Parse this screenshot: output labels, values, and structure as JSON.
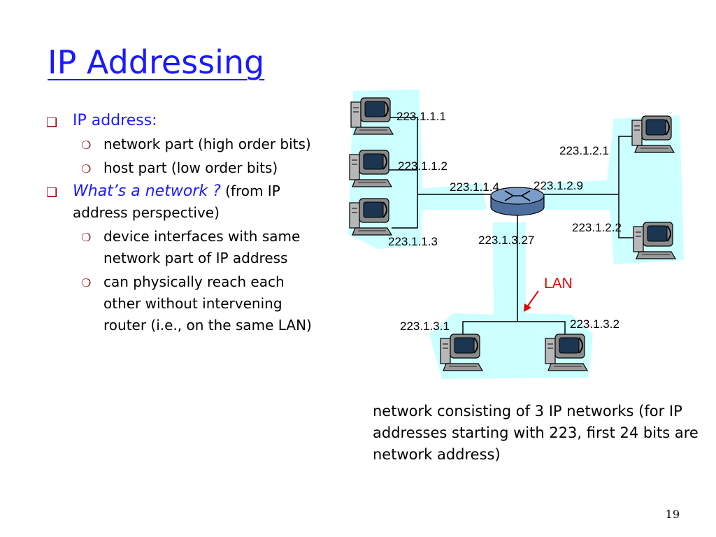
{
  "slide": {
    "title": "IP Addressing",
    "page_number": "19"
  },
  "bullets": [
    {
      "text": "IP address:",
      "style": "normal"
    },
    {
      "sub": [
        "network part (high order bits)",
        "host part (low order bits)"
      ]
    },
    {
      "text": "What’s a network ?",
      "suffix": " (from IP address perspective)",
      "style": "italic"
    },
    {
      "sub": [
        "device interfaces with same network part of IP address",
        "can physically reach each other without intervening router (i.e., on the same LAN)"
      ]
    }
  ],
  "diagram": {
    "addresses": {
      "h1": "223.1.1.1",
      "h2": "223.1.1.2",
      "h3": "223.1.1.3",
      "r1": "223.1.1.4",
      "r2": "223.1.2.9",
      "r3": "223.1.3.27",
      "b1": "223.1.2.1",
      "b2": "223.1.2.2",
      "c1": "223.1.3.1",
      "c2": "223.1.3.2"
    },
    "lan_label": "LAN",
    "colors": {
      "network_fill": "#ccffff",
      "title": "#1a1aff",
      "lan": "#e00000",
      "bullet_mark": "#8b0000",
      "router": "#4d6fa0"
    }
  },
  "caption": "network consisting of 3 IP networks (for IP addresses starting with 223, first 24 bits are network address)"
}
